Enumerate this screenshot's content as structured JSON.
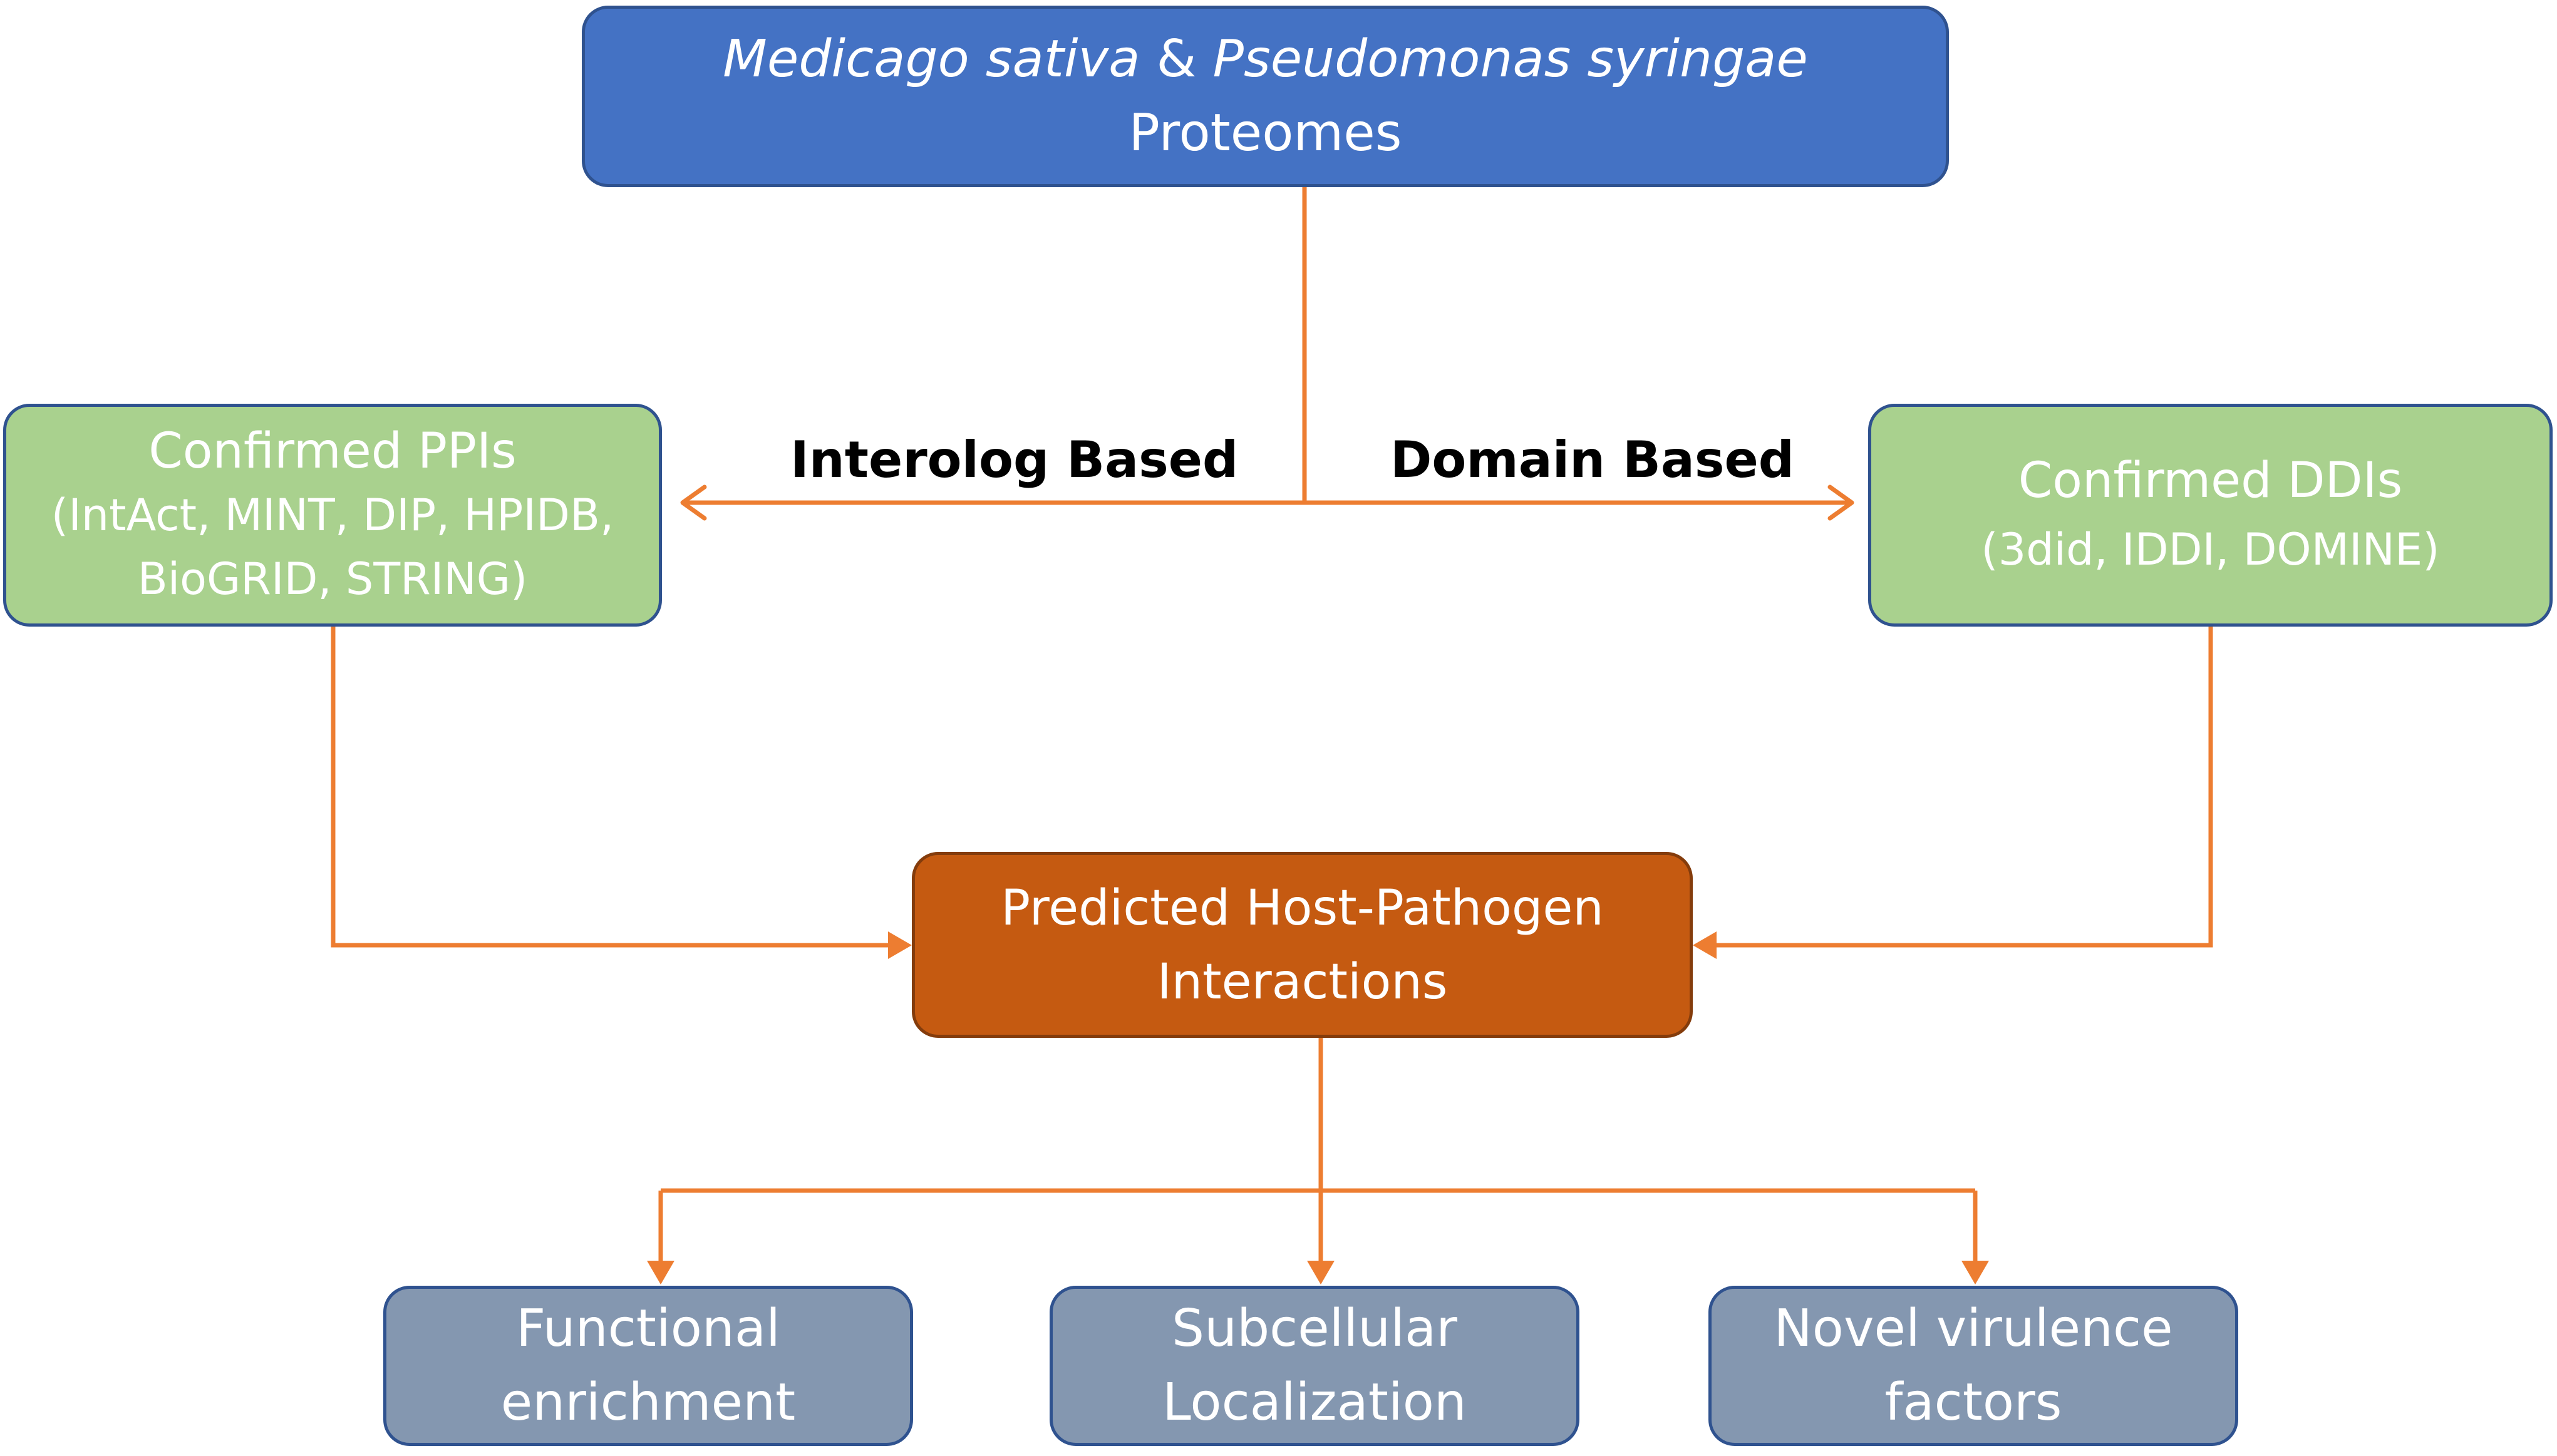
{
  "nodes": {
    "source": {
      "italic_a": "Medicago sativa",
      "amp": " & ",
      "italic_b": "Pseudomonas syringae",
      "line2": "Proteomes"
    },
    "ppi": {
      "title": "Confirmed PPIs",
      "line2": "(IntAct, MINT, DIP, HPIDB,",
      "line3": "BioGRID, STRING)"
    },
    "ddi": {
      "title": "Confirmed DDIs",
      "line2": "(3did, IDDI, DOMINE)"
    },
    "result": {
      "line1": "Predicted Host-Pathogen",
      "line2": "Interactions"
    },
    "outcomes": [
      {
        "line1": "Functional",
        "line2": "enrichment"
      },
      {
        "line1": "Subcellular",
        "line2": "Localization"
      },
      {
        "line1": "Novel virulence",
        "line2": "factors"
      }
    ]
  },
  "edges": {
    "left_label": "Interolog Based",
    "right_label": "Domain Based"
  },
  "colors": {
    "source_fill": "#4472c4",
    "database_fill": "#a9d18e",
    "result_fill": "#c55a11",
    "outcome_fill": "#8497b0",
    "arrow": "#ed7d31"
  }
}
